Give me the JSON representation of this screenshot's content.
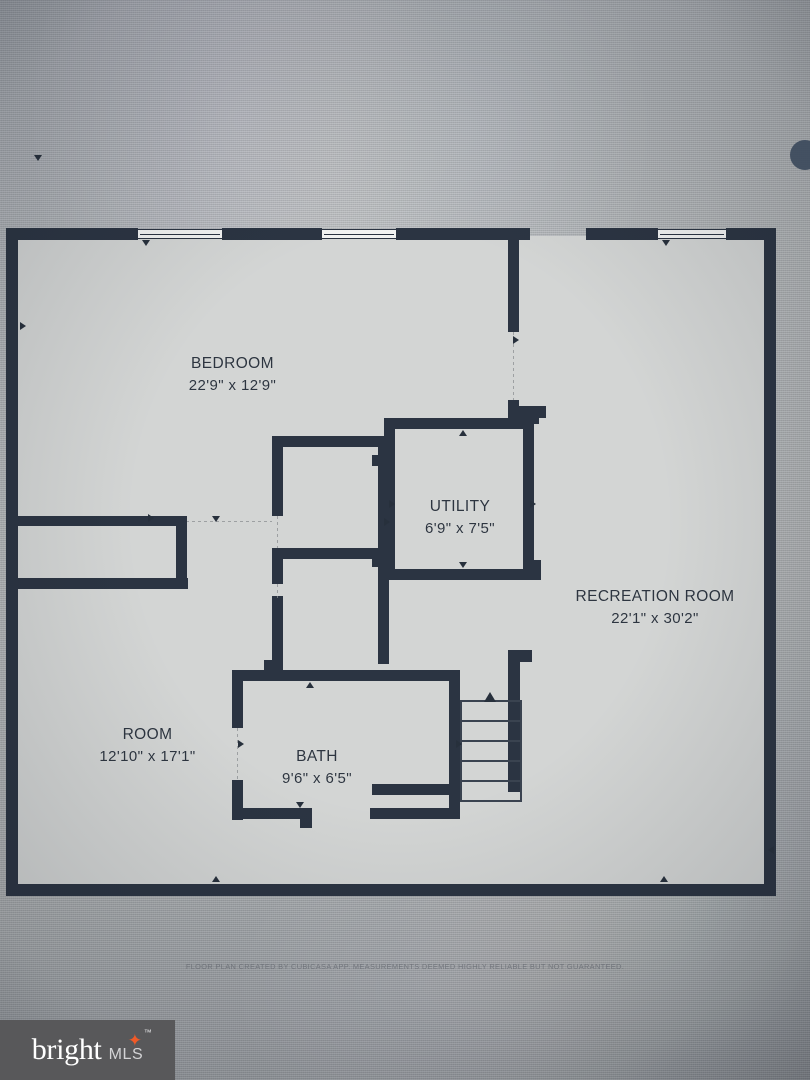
{
  "document": {
    "type": "floor-plan",
    "disclaimer": "FLOOR PLAN CREATED BY CUBICASA APP. MEASUREMENTS DEEMED HIGHLY RELIABLE BUT NOT GUARANTEED."
  },
  "rooms": [
    {
      "id": "bedroom",
      "name": "BEDROOM",
      "dimensions": "22'9\" x 12'9\""
    },
    {
      "id": "utility",
      "name": "UTILITY",
      "dimensions": "6'9\" x 7'5\""
    },
    {
      "id": "recreation",
      "name": "RECREATION ROOM",
      "dimensions": "22'1\" x 30'2\""
    },
    {
      "id": "room",
      "name": "ROOM",
      "dimensions": "12'10\" x 17'1\""
    },
    {
      "id": "bath",
      "name": "BATH",
      "dimensions": "9'6\" x 6'5\""
    }
  ],
  "watermark": {
    "brand": "bright",
    "suffix": "MLS",
    "star": "✦",
    "trademark": "™"
  },
  "colors": {
    "wall": "#2b3442",
    "floor": "#d3d5d4",
    "background": "#aeb1b4",
    "label_text": "#2d3540",
    "watermark_bg": "#58585a",
    "watermark_accent": "#f05a28"
  }
}
